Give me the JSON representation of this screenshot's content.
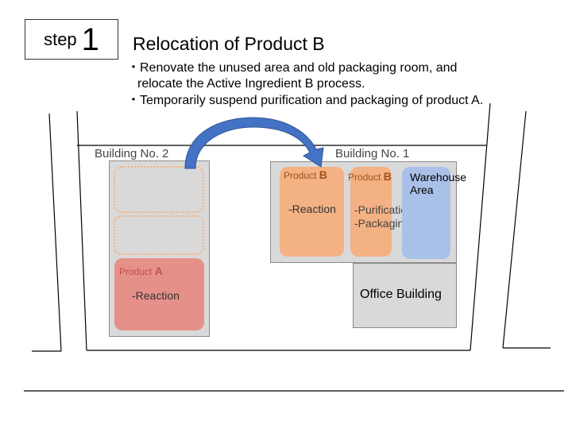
{
  "step": {
    "word": "step",
    "number": "1"
  },
  "title": "Relocation of Product B",
  "bullets": [
    "・Renovate the unused area and old packaging room, and",
    "relocate the Active Ingredient B process.",
    "・Temporarily suspend purification and packaging of product A."
  ],
  "building2": {
    "label": "Building No. 2"
  },
  "building1": {
    "label": "Building No. 1"
  },
  "productA": {
    "prefix": "Product ",
    "letter": "A",
    "process": "-Reaction",
    "color": "#e6908a",
    "accent": "#c0504d"
  },
  "productB_reaction": {
    "prefix": "Product ",
    "letter": "B",
    "process": "-Reaction",
    "color": "#f4b183",
    "accent": "#a0521a"
  },
  "productB_purif": {
    "prefix": "Product ",
    "letter": "B",
    "process1": "-Purification",
    "process2": "-Packaging",
    "color": "#f4b183"
  },
  "warehouse": {
    "line1": "Warehouse",
    "line2": "Area",
    "color": "#a9c1e8"
  },
  "office": {
    "label": "Office Building"
  },
  "colors": {
    "arrow": "#4472c4",
    "building": "#d9d9d9",
    "dotted": "#f4b183"
  }
}
